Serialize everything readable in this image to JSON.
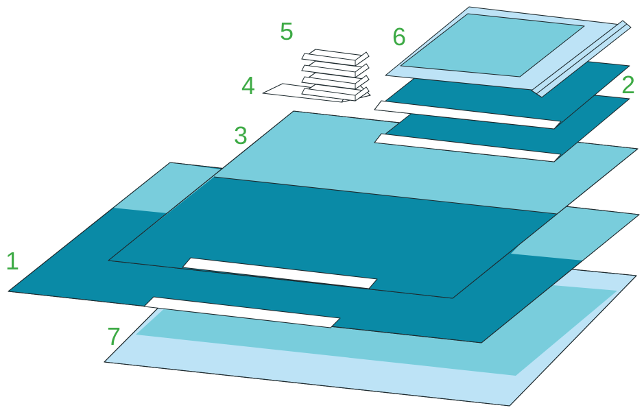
{
  "colors": {
    "dark_teal": "#0A8AA6",
    "light_teal": "#79CDDC",
    "pale_blue": "#BDE3F6",
    "white": "#FFFFFF",
    "outline": "#1E2A2E",
    "label_green": "#3DAA45"
  },
  "labels": {
    "l1": "1",
    "l2": "2",
    "l3": "3",
    "l4": "4",
    "l5": "5",
    "l6": "6",
    "l7": "7"
  }
}
